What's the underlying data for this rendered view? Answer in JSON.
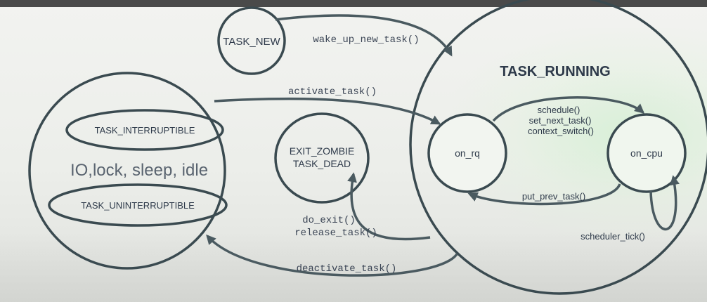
{
  "states": {
    "task_new": "TASK_NEW",
    "task_running": "TASK_RUNNING",
    "on_rq": "on_rq",
    "on_cpu": "on_cpu",
    "exit_zombie": "EXIT_ZOMBIE",
    "task_dead": "TASK_DEAD",
    "task_interruptible": "TASK_INTERRUPTIBLE",
    "task_uninterruptible": "TASK_UNINTERRUPTIBLE",
    "sleeping_caption": "IO,lock, sleep, idle"
  },
  "transitions": {
    "wake_up_new_task": "wake_up_new_task()",
    "activate_task": "activate_task()",
    "schedule": "schedule()",
    "set_next_task": "set_next_task()",
    "context_switch": "context_switch()",
    "put_prev_task": "put_prev_task()",
    "scheduler_tick": "scheduler_tick()",
    "do_exit": "do_exit()",
    "release_task": "release_task()",
    "deactivate_task": "deactivate_task()"
  },
  "colors": {
    "stroke": "#3a4a50",
    "text": "#2e3a4a",
    "running_glow": "#d6f2d2"
  }
}
